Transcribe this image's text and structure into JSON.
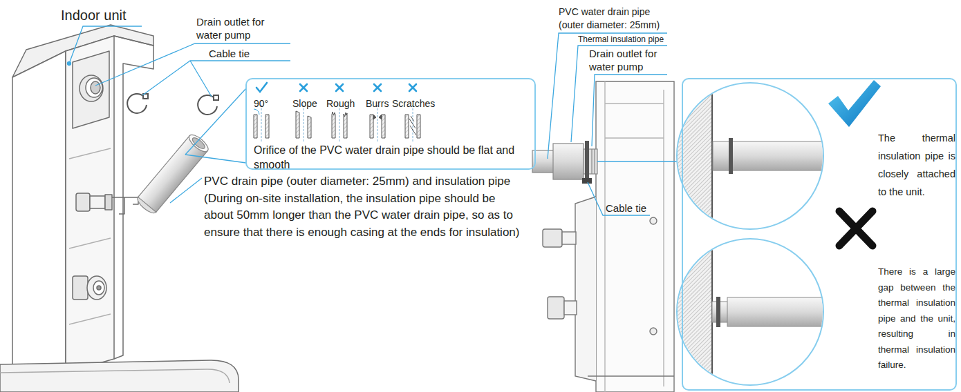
{
  "diagram": {
    "nodes": [
      {
        "text": [
          "90°",
          "Slope",
          "Rough",
          "Burrs",
          "Scratches",
          "Orifice of the PVC water drain pipe should be flat and smooth"
        ]
      },
      {
        "text": [
          "The thermal insulation pipe is closely attached to the unit.",
          "There is a large gap between the thermal insulation pipe and the unit, resulting in thermal insulation failure."
        ]
      }
    ],
    "labels": [
      "Indoor unit",
      "Drain outlet for water pump",
      "Cable tie",
      "PVC drain pipe (outer diameter: 25mm) and insulation pipe (During on-site installation, the insulation pipe should be about 50mm longer than the PVC water drain pipe, so as to ensure that there is enough casing at the ends for insulation)",
      "PVC water drain pipe (outer diameter: 25mm)",
      "Thermal insulation pipe",
      "Drain outlet for water pump",
      "Cable tie"
    ]
  }
}
